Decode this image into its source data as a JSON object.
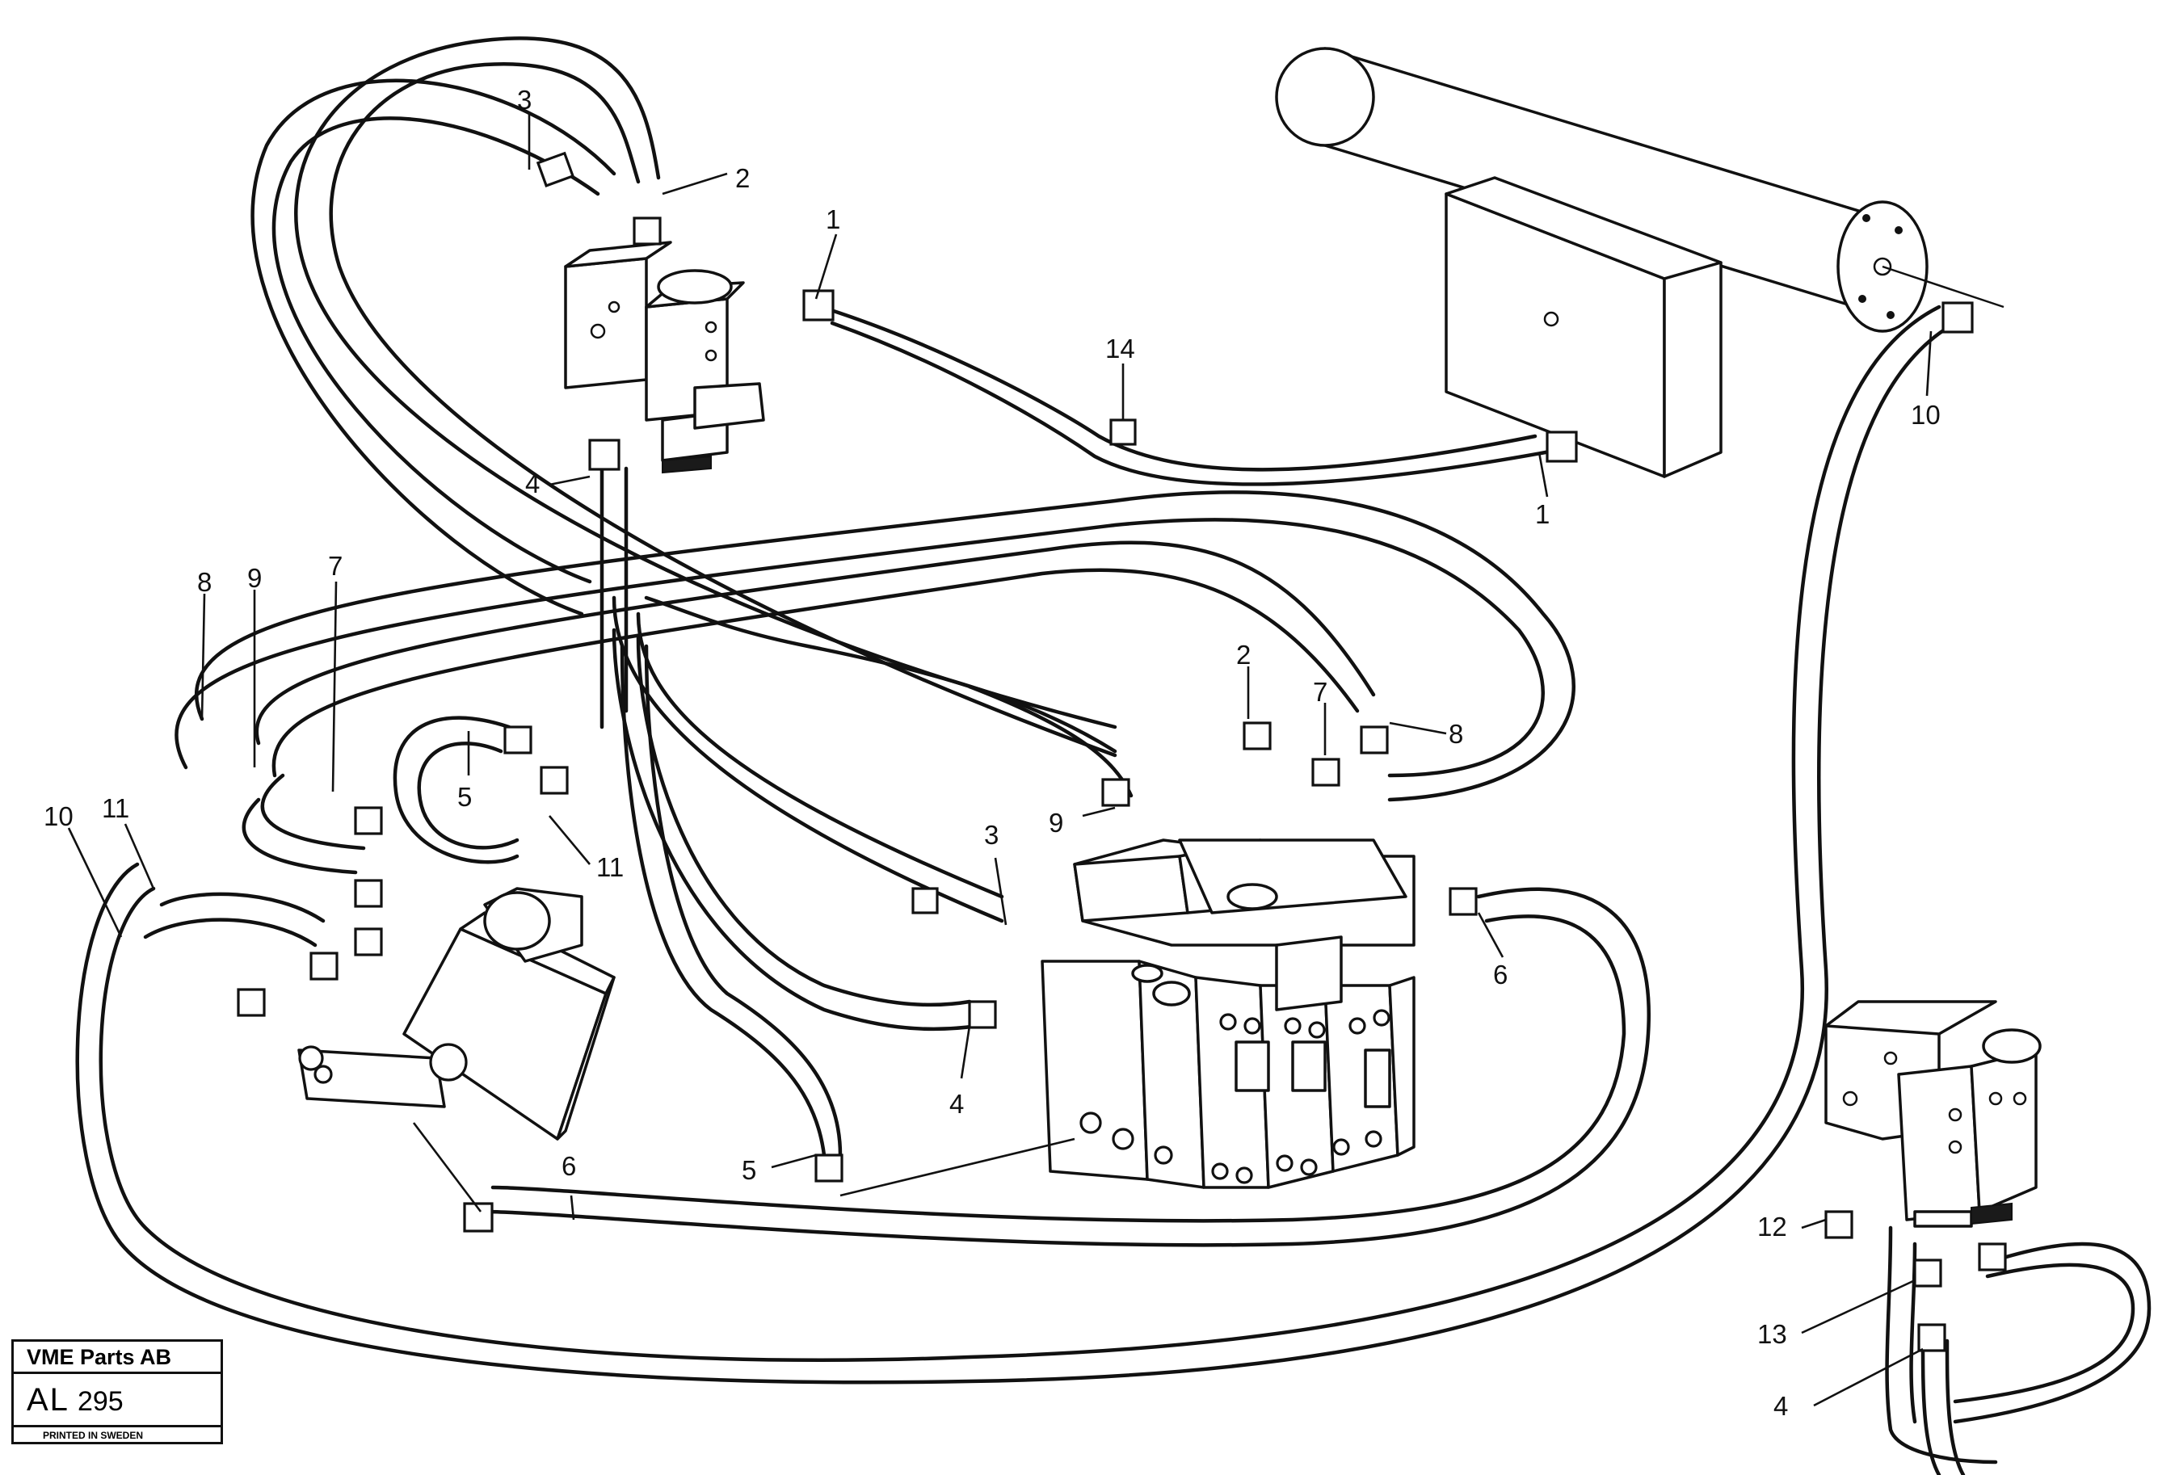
{
  "title_block": {
    "company": "VME Parts AB",
    "code_prefix": "AL",
    "code_number": "295",
    "printed": "PRINTED IN SWEDEN"
  },
  "callouts": {
    "c1a": "1",
    "c1b": "1",
    "c2a": "2",
    "c2b": "2",
    "c3a": "3",
    "c3b": "3",
    "c4a": "4",
    "c4b": "4",
    "c4c": "4",
    "c5a": "5",
    "c5b": "5",
    "c6a": "6",
    "c6b": "6",
    "c7a": "7",
    "c7b": "7",
    "c8a": "8",
    "c8b": "8",
    "c9a": "9",
    "c9b": "9",
    "c10a": "10",
    "c10b": "10",
    "c11a": "11",
    "c11b": "11",
    "c12": "12",
    "c13": "13",
    "c14": "14"
  }
}
